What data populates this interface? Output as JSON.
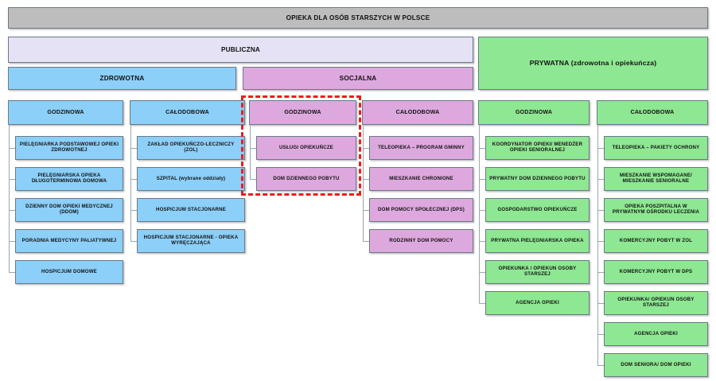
{
  "diagram": {
    "title": "OPIEKA DLA OSÓB STARSZYCH W POLSCE",
    "colors": {
      "root": "#bdbdbd",
      "public": "#e5e2f5",
      "health_blue": "#8ccff8",
      "social_pink": "#dda8de",
      "private_green": "#8ee792",
      "highlight": "#ee1b1b",
      "connector": "#9aa6ae",
      "border": "#6a7a86"
    },
    "sectors": {
      "publiczna": "PUBLICZNA",
      "prywatna": "PRYWATNA (zdrowotna i opiekuńcza)",
      "zdrowotna": "ZDROWOTNA",
      "socjalna": "SOCJALNA"
    },
    "columns": [
      {
        "id": "zdrowotna-godzinowa",
        "header": "GODZINOWA",
        "color": "blue",
        "items": [
          "PIELĘGNIARKA PODSTAWOWEJ OPIEKI ZDROWOTNEJ",
          "PIELĘGNIARSKA OPIEKA DŁUGOTERMINOWA DOMOWA",
          "DZIENNY DOM OPIEKI MEDYCZNEJ (DDOM)",
          "PORADNIA MEDYCYNY PALIATYWNEJ",
          "HOSPICJUM DOMOWE"
        ]
      },
      {
        "id": "zdrowotna-calodobowa",
        "header": "CAŁODOBOWA",
        "color": "blue",
        "items": [
          "ZAKŁAD OPIEKUŃCZO-LECZNICZY (ZOL)",
          "SZPITAL (wybrane oddziały)",
          "HOSPICJUM STACJONARNE",
          "HOSPICJUM STACJONARNE - OPIEKA WYRĘCZAJĄCA"
        ]
      },
      {
        "id": "socjalna-godzinowa",
        "header": "GODZINOWA",
        "color": "pink",
        "highlighted": true,
        "items": [
          "USŁUGI OPIEKUŃCZE",
          "DOM DZIENNEGO POBYTU"
        ]
      },
      {
        "id": "socjalna-calodobowa",
        "header": "CAŁODOBOWA",
        "color": "pink",
        "items": [
          "TELEOPIEKA – PROGRAM GMINNY",
          "MIESZKANIE CHRONIONE",
          "DOM POMOCY SPOŁECZNEJ (DPS)",
          "RODZINNY DOM POMOCY"
        ]
      },
      {
        "id": "prywatna-godzinowa",
        "header": "GODZINOWA",
        "color": "green",
        "items": [
          "KOORDYNATOR OPIEKI/ MENEDŻER OPIEKI SENIORALNEJ",
          "PRYWATNY DOM DZIENNEGO POBYTU",
          "GOSPODARSTWO OPIEKUŃCZE",
          "PRYWATNA PIELĘGNIARSKA OPIEKA",
          "OPIEKUNKA / OPIEKUN OSOBY STARSZEJ",
          "AGENCJA OPIEKI"
        ]
      },
      {
        "id": "prywatna-calodobowa",
        "header": "CAŁODOBOWA",
        "color": "green",
        "items": [
          "TELEOPIEKA – PAKIETY OCHRONY",
          "MIESZKANIE WSPOMAGANE/ MIESZKANIE SENIORALNE",
          "OPIEKA POSZPITALNA W PRYWATNYM OŚRODKU LECZENIA",
          "KOMERCYJNY POBYT W ZOL",
          "KOMERCYJNY POBYT W DPS",
          "OPIEKUNKA/ OPIEKUN OSOBY STARSZEJ",
          "AGENCJA OPIEKI",
          "DOM SENIORA/ DOM OPIEKI"
        ]
      }
    ]
  }
}
